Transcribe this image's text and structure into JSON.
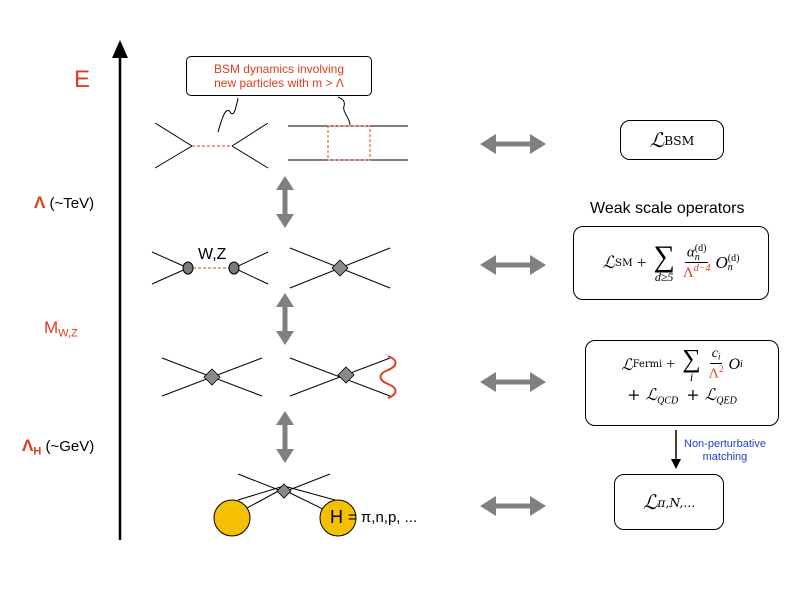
{
  "axis": {
    "top_label": "E",
    "scales": [
      {
        "symbol": "Λ",
        "suffix": " (~TeV)"
      },
      {
        "symbol": "M",
        "sub": "W,Z",
        "suffix": ""
      },
      {
        "symbol": "Λ",
        "sub": "H",
        "suffix": " (~GeV)"
      }
    ]
  },
  "callout": {
    "line1": "BSM dynamics involving",
    "line2": "new particles with m > Λ"
  },
  "wz_label": "W,Z",
  "hadron_label": "H",
  "hadron_list": "= π,n,p, ...",
  "weak_scale_title": "Weak scale operators",
  "equations": {
    "bsm": {
      "L": "ℒ",
      "sub": "BSM"
    },
    "sm": {
      "L": "ℒ",
      "sub": "SM",
      "plus": "+",
      "sum_sym": "∑",
      "sum_lim": "d≥5",
      "alpha": "α",
      "alpha_sub": "n",
      "alpha_sup": "(d)",
      "Lambda": "Λ",
      "Lambda_sup": "d−4",
      "O": "O",
      "O_sub": "n",
      "O_sup": "(d)"
    },
    "fermi": {
      "L": "ℒ",
      "sub": "Fermi",
      "plus": "+",
      "sum_sym": "∑",
      "sum_lim": "i",
      "c": "c",
      "c_sub": "i",
      "Lambda": "Λ",
      "Lambda_sup": "2",
      "O": "O",
      "O_sub": "i",
      "line2": "+ ℒ",
      "qcd": "QCD",
      "plus2": "+ ℒ",
      "qed": "QED"
    },
    "chiral": {
      "L": "ℒ",
      "sub": "π,N,..."
    }
  },
  "nonpert": {
    "line1": "Non-perturbative",
    "line2": "matching"
  },
  "colors": {
    "accent_red": "#e03c1e",
    "arrow_gray": "#808080",
    "hadron_gold": "#f5c000",
    "vertex_gray": "#8a8a8a",
    "link_blue": "#1f3fd0"
  }
}
